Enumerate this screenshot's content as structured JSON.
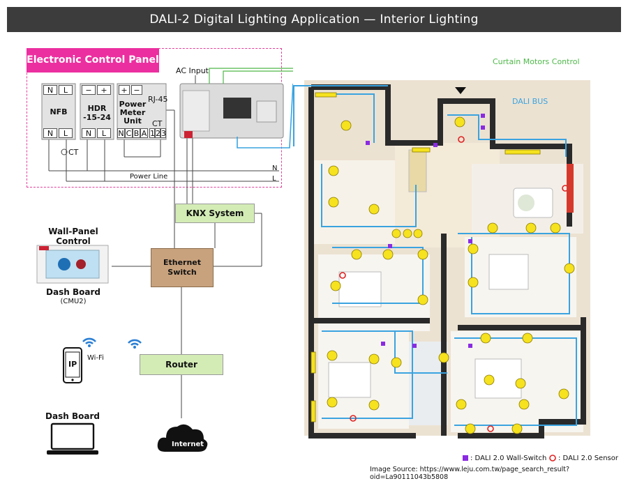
{
  "title": "DALI-2 Digital Lighting Application — Interior Lighting",
  "control_panel": {
    "title": "Electronic Control Panel",
    "nfb": {
      "label": "NFB",
      "top_terms": [
        "N",
        "L"
      ],
      "bottom_terms": [
        "N",
        "L"
      ]
    },
    "hdr": {
      "label_line1": "HDR",
      "label_line2": "-15-24",
      "top_terms": [
        "−",
        "+"
      ],
      "bottom_terms": [
        "N",
        "L"
      ]
    },
    "power_meter": {
      "label_line1": "Power",
      "label_line2": "Meter",
      "label_line3": "Unit",
      "top_terms": [
        "+",
        "−"
      ],
      "bottom_terms": [
        "N",
        "C",
        "B",
        "A"
      ],
      "ct_label": "CT",
      "ct_terms": [
        "1",
        "2",
        "3"
      ]
    },
    "rj45_label": "RJ-45",
    "ct_label": "CT",
    "ac_input_label": "AC Input",
    "power_line_label": "Power Line",
    "n_label": "N",
    "l_label": "L"
  },
  "knx_system": "KNX System",
  "ethernet_switch": {
    "line1": "Ethernet",
    "line2": "Switch"
  },
  "router": "Router",
  "wall_panel": {
    "title_line1": "Wall-Panel",
    "title_line2": "Control",
    "dash_board": "Dash Board",
    "model": "(CMU2)"
  },
  "phone": {
    "ip": "IP",
    "wifi": "Wi-Fi"
  },
  "laptop_label": "Dash Board",
  "internet_label": "Internet",
  "curtain_label": "Curtain Motors Control",
  "dali_bus_label": "DALI BUS",
  "legend": {
    "wall_switch": ": DALI 2.0 Wall-Switch",
    "sensor": ": DALI 2.0 Sensor"
  },
  "source": "Image Source:    https://www.leju.com.tw/page_search_result?oid=La90111043b5808",
  "colors": {
    "title_bg": "#3c3c3c",
    "panel_accent": "#ec2fa0",
    "dali_bus": "#3aa3e0",
    "curtain": "#4db848",
    "lamp": "#f6e21e",
    "switch": "#8a2be2",
    "sensor": "#e02020"
  }
}
